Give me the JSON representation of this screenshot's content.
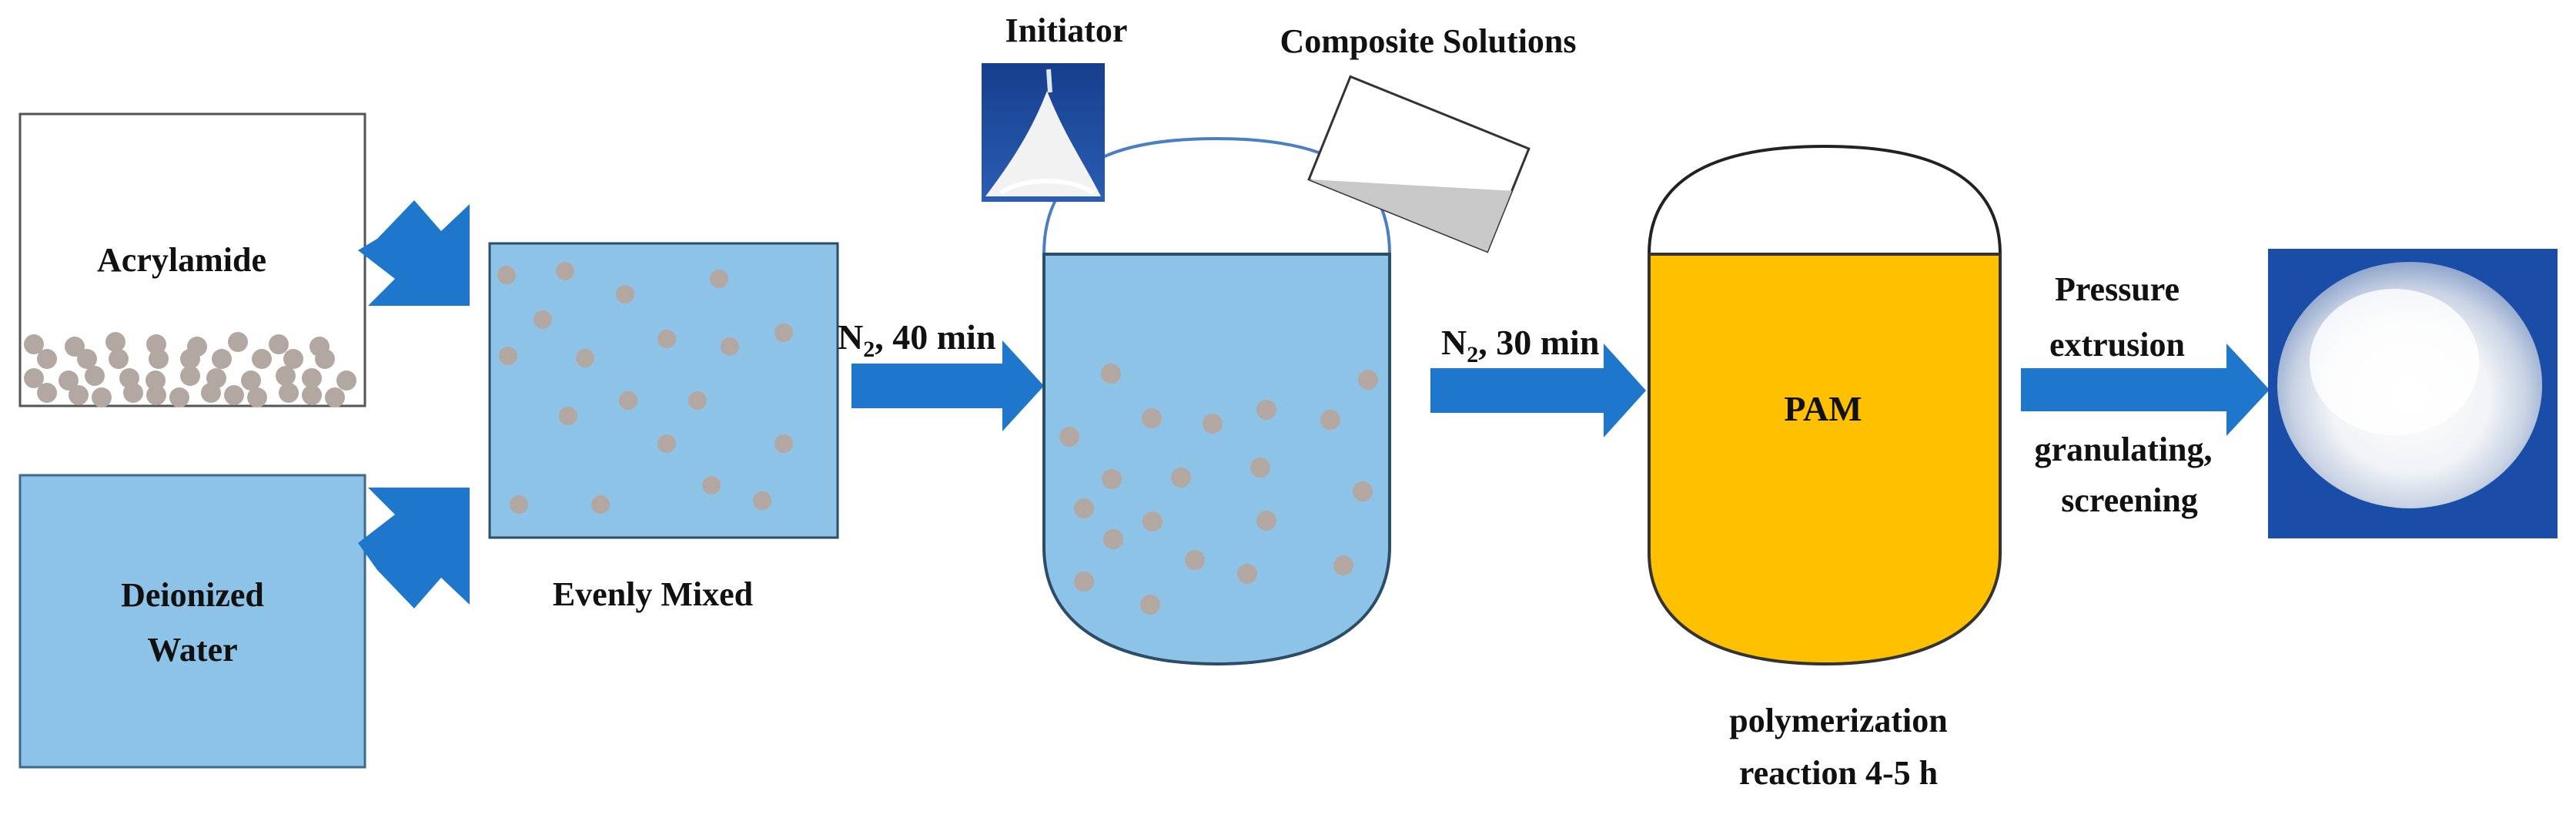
{
  "labels": {
    "acrylamide": "Acrylamide",
    "water_line1": "Deionized",
    "water_line2": "Water",
    "evenly_mixed": "Evenly Mixed",
    "n2_first_prefix": "N",
    "n2_first_sub": "2",
    "n2_first_suffix": ", 40 min",
    "initiator": "Initiator",
    "composite": "Composite Solutions",
    "n2_second_prefix": "N",
    "n2_second_sub": "2",
    "n2_second_suffix": ", 30 min",
    "pam": "PAM",
    "poly_line1": "polymerization",
    "poly_line2": "reaction 4-5 h",
    "pressure_line1": "Pressure",
    "pressure_line2": "extrusion",
    "gran_line1": "granulating,",
    "gran_line2": "screening"
  },
  "colors": {
    "water_blue": "#8EC3E8",
    "arrow_blue": "#1F77CC",
    "pam_yellow": "#FFC000",
    "particle_gray": "#B3A7A2",
    "photo_blue": "#1A4DA8"
  }
}
